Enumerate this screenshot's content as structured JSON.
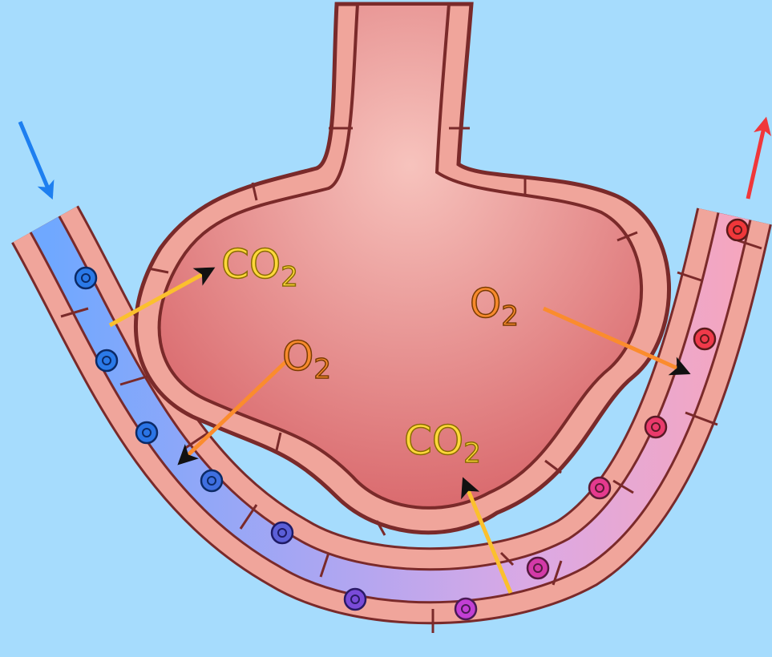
{
  "labels": {
    "co2_left": {
      "main": "CO",
      "sub": "2"
    },
    "o2_left": {
      "main": "O",
      "sub": "2"
    },
    "o2_right": {
      "main": "O",
      "sub": "2"
    },
    "co2_right": {
      "main": "CO",
      "sub": "2"
    }
  },
  "colors": {
    "background": "#a6dcfd",
    "tissue_fill": "#f0a59b",
    "tissue_stroke": "#7a2a2a",
    "alveolus_center": "#f7c3bd",
    "alveolus_edge": "#d6666b",
    "deoxygenated_blood": "#7fb2ff",
    "oxygenated_blood": "#f4a7c0",
    "co2_text": "#ffd83a",
    "co2_arrow": "#fbc02d",
    "o2_text": "#f78a2d",
    "o2_arrow": "#fb8c2d",
    "inflow_arrow": "#1e7ff0",
    "outflow_arrow": "#f0373a",
    "arrowhead": "#111111"
  },
  "icons": [
    "inflow-arrow-icon",
    "outflow-arrow-icon",
    "blood-cell-icon"
  ]
}
